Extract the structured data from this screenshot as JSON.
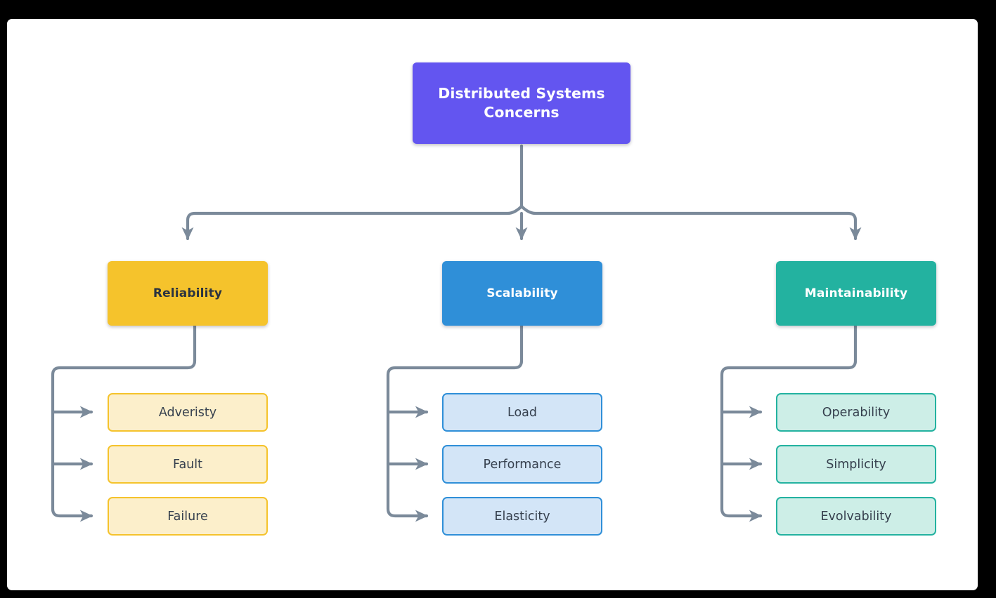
{
  "canvas": {
    "background": "#ffffff",
    "outer_background": "#000000",
    "edge_color": "#7b8a9a"
  },
  "diagram": {
    "type": "tree",
    "title": "Distributed Systems Concerns",
    "root": {
      "label": "Distributed Systems Concerns",
      "label_line1": "Distributed Systems",
      "label_line2": "Concerns",
      "fill": "#6355f0",
      "text_color": "#ffffff"
    },
    "branches": [
      {
        "label": "Reliability",
        "fill": "#f5c32c",
        "text_color": "#2b3340",
        "leaf_fill": "#fcefcb",
        "leaf_border": "#f5c32c",
        "children": [
          {
            "label": "Adveristy"
          },
          {
            "label": "Fault"
          },
          {
            "label": "Failure"
          }
        ]
      },
      {
        "label": "Scalability",
        "fill": "#2f8fd8",
        "text_color": "#ffffff",
        "leaf_fill": "#d3e5f7",
        "leaf_border": "#2f8fd8",
        "children": [
          {
            "label": "Load"
          },
          {
            "label": "Performance"
          },
          {
            "label": "Elasticity"
          }
        ]
      },
      {
        "label": "Maintainability",
        "fill": "#23b2a0",
        "text_color": "#ffffff",
        "leaf_fill": "#cdeee7",
        "leaf_border": "#23b2a0",
        "children": [
          {
            "label": "Operability"
          },
          {
            "label": "Simplicity"
          },
          {
            "label": "Evolvability"
          }
        ]
      }
    ]
  }
}
